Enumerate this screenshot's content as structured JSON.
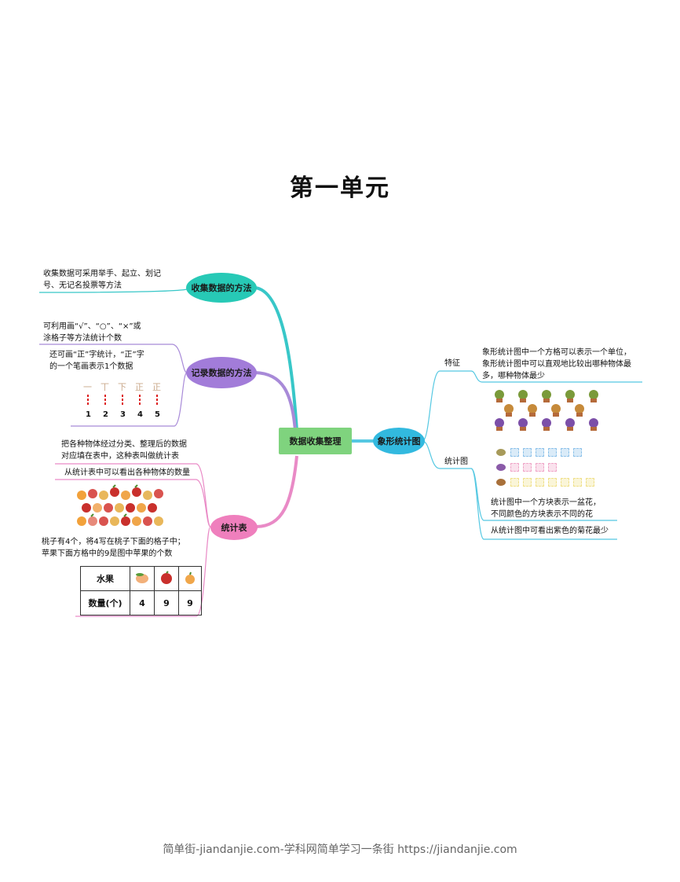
{
  "page": {
    "title": "第一单元",
    "footer": "简单街-jiandanjie.com-学科网简单学习一条街 https://jiandanjie.com"
  },
  "mindmap": {
    "center": "数据收集整理",
    "colors": {
      "center": "#7fd37e",
      "collect": "#27c9b6",
      "record": "#a27cd9",
      "table": "#ef7fbd",
      "pictograph": "#32b9df",
      "branch_collect": "#38c7c8",
      "branch_record": "#a88ad8",
      "branch_table": "#e98ac6",
      "branch_pictograph": "#55c8e2"
    },
    "collect": {
      "label": "收集数据的方法",
      "line1": "收集数据可采用举手、起立、划记",
      "line2": "号、无记名投票等方法"
    },
    "record": {
      "label": "记录数据的方法",
      "note1_line1": "可利用画“√”、“○”、“×”或",
      "note1_line2": "涂格子等方法统计个数",
      "note2_line1": "还可画“正”字统计，“正”字",
      "note2_line2": "的一个笔画表示1个数据",
      "tally_glyphs": [
        "一",
        "丅",
        "下",
        "正",
        "正"
      ],
      "tally_numbers": [
        "1",
        "2",
        "3",
        "4",
        "5"
      ]
    },
    "table": {
      "label": "统计表",
      "note1_line1": "把各种物体经过分类、整理后的数据",
      "note1_line2": "对应填在表中，这种表叫做统计表",
      "note2": "从统计表中可以看出各种物体的数量",
      "note3_line1": "桃子有4个，将4写在桃子下面的格子中；",
      "note3_line2": "苹果下面方格中的9是图中苹果的个数",
      "fruit_table": {
        "row1_header": "水果",
        "row2_header": "数量(个)",
        "fruits": [
          "peach-icon",
          "apple-icon",
          "pear-icon"
        ],
        "counts": [
          "4",
          "9",
          "9"
        ]
      }
    },
    "pictograph": {
      "label": "象形统计图",
      "feature_label": "特征",
      "feature_line1": "象形统计图中一个方格可以表示一个单位，",
      "feature_line2": "象形统计图中可以直观地比较出哪种物体最",
      "feature_line3": "多，哪种物体最少",
      "chart_label": "统计图",
      "chart_note1_line1": "统计图中一个方块表示一盆花，",
      "chart_note1_line2": "不同颜色的方块表示不同的花",
      "chart_note2": "从统计图中可看出紫色的菊花最少",
      "square_chart": [
        {
          "flower": "blue-flower-icon",
          "count": 6,
          "color": "#8fc3ea"
        },
        {
          "flower": "purple-flower-icon",
          "count": 4,
          "color": "#f0a7c8"
        },
        {
          "flower": "brown-flower-icon",
          "count": 7,
          "color": "#efe08a"
        }
      ]
    }
  }
}
